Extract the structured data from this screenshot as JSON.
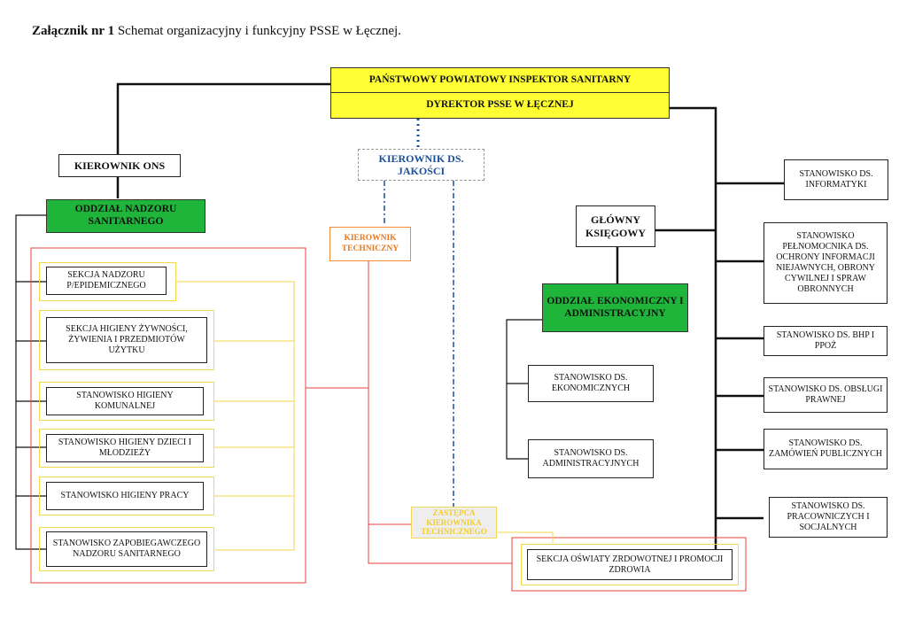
{
  "title": {
    "bold": "Załącznik nr 1",
    "rest": " Schemat organizacyjny i funkcyjny PSSE w Łęcznej."
  },
  "top": {
    "inspector": "PAŃSTWOWY POWIATOWY INSPEKTOR SANITARNY",
    "director": "DYREKTOR PSSE W ŁĘCZNEJ"
  },
  "left": {
    "kierownik_ons": "KIEROWNIK ONS",
    "oddzial": "ODDZIAŁ NADZORU SANITARNEGO",
    "items": [
      "SEKCJA NADZORU P/EPIDEMICZNEGO",
      "SEKCJA HIGIENY ŻYWNOŚCI, ŻYWIENIA I PRZEDMIOTÓW UŻYTKU",
      "STANOWISKO HIGIENY KOMUNALNEJ",
      "STANOWISKO HIGIENY DZIECI I MŁODZIEŻY",
      "STANOWISKO HIGIENY PRACY",
      "STANOWISKO ZAPOBIEGAWCZEGO NADZORU SANITARNEGO"
    ]
  },
  "center": {
    "kierownik_jakosci": "KIEROWNIK DS. JAKOŚCI",
    "kierownik_techniczny": "KIEROWNIK TECHNICZNY",
    "zastepca_techniczny": "ZASTĘPCA KIEROWNIKA TECHNICZNEGO",
    "sekcja_oswiaty": "SEKCJA OŚWIATY ZRDOWOTNEJ I PROMOCJI ZDROWIA"
  },
  "finance": {
    "glowny_ksiegowy": "GŁÓWNY KSIĘGOWY",
    "oddzial": "ODDZIAŁ EKONOMICZNY I ADMINISTRACYJNY",
    "items": [
      "STANOWISKO DS. EKONOMICZNYCH",
      "STANOWISKO DS. ADMINISTRACYJNYCH"
    ]
  },
  "right": {
    "items": [
      "STANOWISKO DS. INFORMATYKI",
      "STANOWISKO PEŁNOMOCNIKA DS. OCHRONY INFORMACJI NIEJAWNYCH, OBRONY CYWILNEJ I SPRAW OBRONNYCH",
      "STANOWISKO DS. BHP I PPOŻ",
      "STANOWISKO DS. OBSŁUGI PRAWNEJ",
      "STANOWISKO DS. ZAMÓWIEŃ PUBLICZNYCH",
      "STANOWISKO DS. PRACOWNICZYCH I SOCJALNYCH"
    ]
  },
  "colors": {
    "yellow": "#ffff33",
    "green": "#1fb53a",
    "red_line": "#e8423a",
    "yellow_line": "#f2d94a",
    "blue_dash": "#1a4f9c",
    "orange": "#e8781e"
  }
}
